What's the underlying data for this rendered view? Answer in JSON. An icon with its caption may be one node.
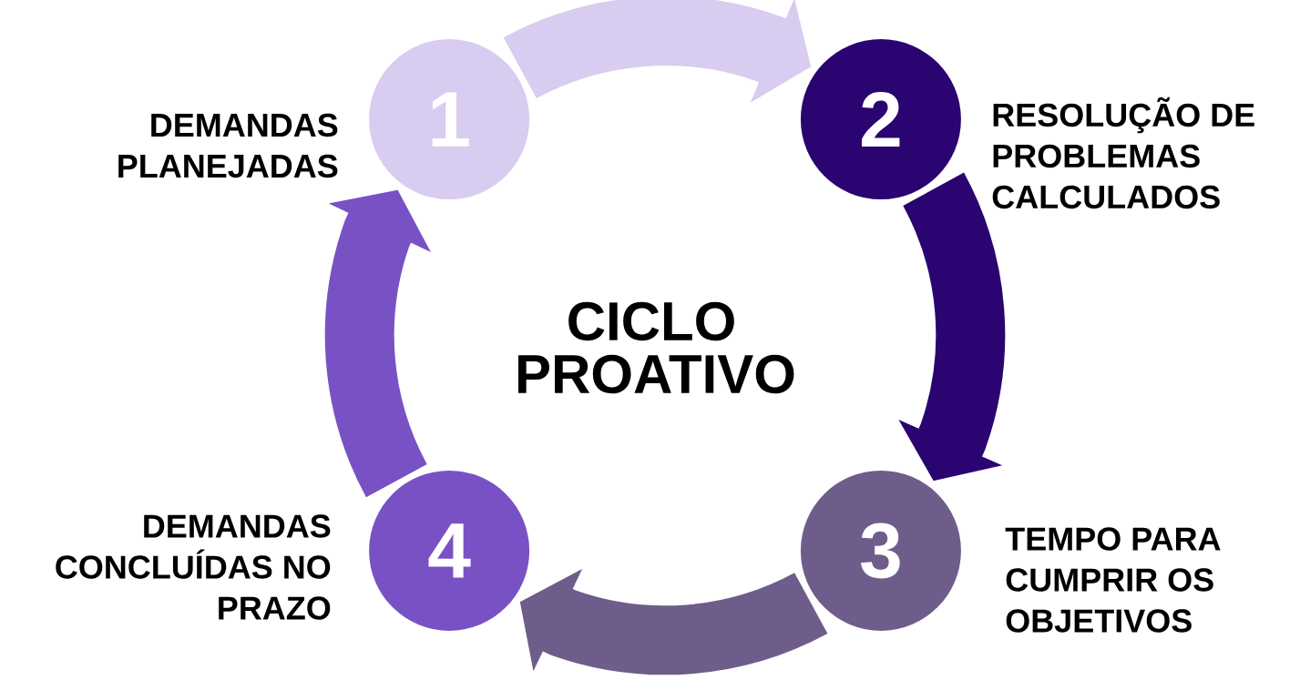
{
  "diagram": {
    "title": "CICLO PROATIVO",
    "nodes": [
      {
        "text": [
          "1"
        ],
        "beside": [
          "DEMANDAS PLANEJADAS"
        ]
      },
      {
        "text": [
          "2"
        ],
        "beside": [
          "RESOLUÇÃO DE PROBLEMAS CALCULADOS"
        ]
      },
      {
        "text": [
          "3"
        ],
        "beside": [
          "TEMPO PARA CUMPRIR OS OBJETIVOS"
        ]
      },
      {
        "text": [
          "4"
        ],
        "beside": [
          "DEMANDAS CONCLUÍDAS NO PRAZO"
        ]
      }
    ],
    "edges": [
      {
        "from": 0,
        "to": 1,
        "arrow": "to",
        "color": "#d8ccf0"
      },
      {
        "from": 1,
        "to": 2,
        "arrow": "to",
        "color": "#2a0470"
      },
      {
        "from": 2,
        "to": 3,
        "arrow": "to",
        "color": "#6e5d8a"
      },
      {
        "from": 3,
        "to": 0,
        "arrow": "to",
        "color": "#7852c4"
      }
    ]
  }
}
